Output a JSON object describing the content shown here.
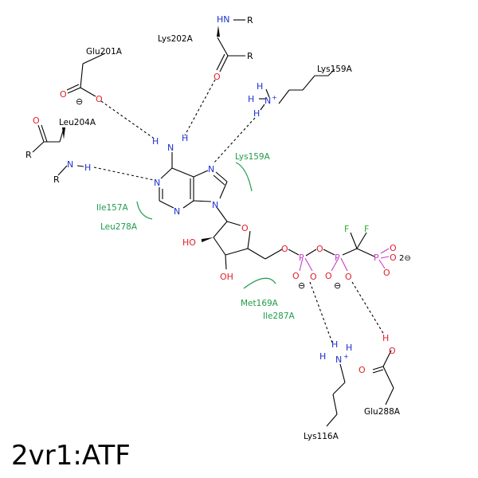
{
  "caption": "2vr1:ATF",
  "colors": {
    "N": "#1f2fd0",
    "O": "#e0202a",
    "P": "#c83cc8",
    "F": "#22b422",
    "C": "#000000",
    "hydrophobic": "#1f9b4a"
  },
  "residues": {
    "glu201": "Glu201A",
    "lys202": "Lys202A",
    "lys159_top": "Lys159A",
    "leu204": "Leu204A",
    "lys116": "Lys116A",
    "glu288": "Glu288A"
  },
  "hydrophobic_contacts": {
    "lys159": "Lys159A",
    "ile157": "Ile157A",
    "leu278": "Leu278A",
    "met169": "Met169A",
    "ile287": "Ile287A"
  },
  "atoms": {
    "N": "N",
    "H": "H",
    "O": "O",
    "P": "P",
    "F": "F",
    "R": "R",
    "HN": "HN",
    "HO": "HO",
    "OH": "OH",
    "plus": "+",
    "minus": "⊖",
    "two_minus": "2⊖"
  }
}
